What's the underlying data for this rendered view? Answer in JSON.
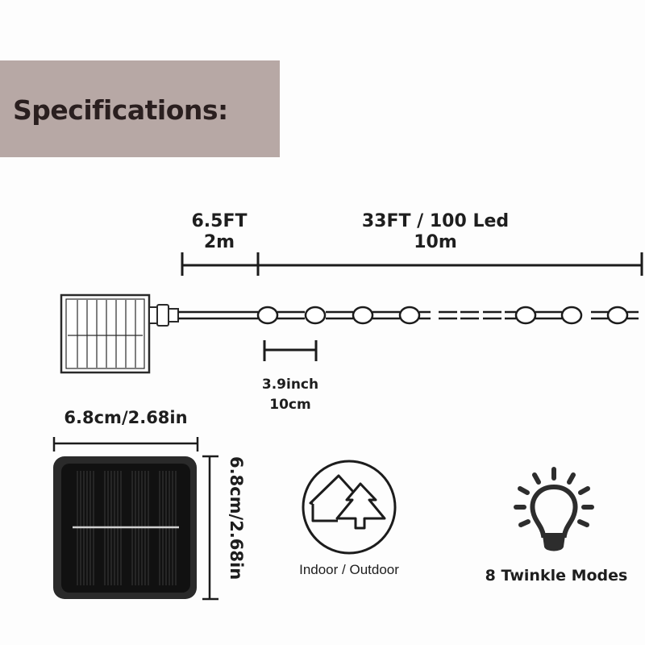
{
  "header": {
    "title": "Specifications:"
  },
  "cable_dimensions": {
    "lead_wire": {
      "length_ft": "6.5FT",
      "length_m": "2m"
    },
    "light_string": {
      "length_ft_and_leds": "33FT / 100 Led",
      "length_m": "10m"
    }
  },
  "led_spacing": {
    "inches": "3.9inch",
    "cm": "10cm"
  },
  "solar_panel": {
    "width_label": "6.8cm/2.68in",
    "height_label": "6.8cm/2.68in"
  },
  "features": [
    {
      "icon": "indoor-outdoor-icon",
      "label": "Indoor / Outdoor"
    },
    {
      "icon": "light-bulb-icon",
      "label": "8 Twinkle Modes"
    }
  ],
  "colors": {
    "banner_bg": "#b7a8a5",
    "banner_text": "#2a1f1f",
    "line": "#1c1c1c",
    "panel_dark": "#141414",
    "background": "#fdfdfd"
  }
}
